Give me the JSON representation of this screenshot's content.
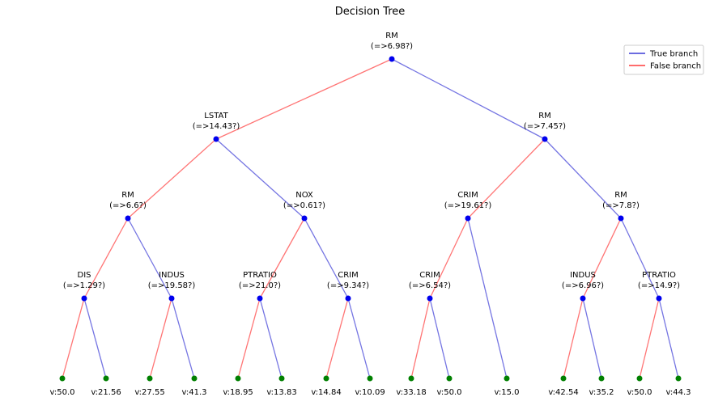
{
  "title": "Decision Tree",
  "colors": {
    "true_branch": "#3b3bd6",
    "false_branch": "#ff3b3b",
    "decision_node": "#0000ee",
    "leaf_node": "#008000"
  },
  "legend": [
    {
      "label": "True branch",
      "kind": "true"
    },
    {
      "label": "False branch",
      "kind": "false"
    }
  ],
  "tree": {
    "feature": "RM",
    "condition": "(=>6.98?)",
    "false": {
      "feature": "LSTAT",
      "condition": "(=>14.43?)",
      "false": {
        "feature": "RM",
        "condition": "(=>6.6?)",
        "false": {
          "feature": "DIS",
          "condition": "(=>1.29?)",
          "false": {
            "leaf": "v:50.0"
          },
          "true": {
            "leaf": "v:21.56"
          }
        },
        "true": {
          "feature": "INDUS",
          "condition": "(=>19.58?)",
          "false": {
            "leaf": "v:27.55"
          },
          "true": {
            "leaf": "v:41.3"
          }
        }
      },
      "true": {
        "feature": "NOX",
        "condition": "(=>0.61?)",
        "false": {
          "feature": "PTRATIO",
          "condition": "(=>21.0?)",
          "false": {
            "leaf": "v:18.95"
          },
          "true": {
            "leaf": "v:13.83"
          }
        },
        "true": {
          "feature": "CRIM",
          "condition": "(=>9.34?)",
          "false": {
            "leaf": "v:14.84"
          },
          "true": {
            "leaf": "v:10.09"
          }
        }
      }
    },
    "true": {
      "feature": "RM",
      "condition": "(=>7.45?)",
      "false": {
        "feature": "CRIM",
        "condition": "(=>19.61?)",
        "false": {
          "feature": "CRIM",
          "condition": "(=>6.54?)",
          "false": {
            "leaf": "v:33.18"
          },
          "true": {
            "leaf": "v:50.0"
          }
        },
        "true": {
          "leaf": "v:15.0"
        }
      },
      "true": {
        "feature": "RM",
        "condition": "(=>7.8?)",
        "false": {
          "feature": "INDUS",
          "condition": "(=>6.96?)",
          "false": {
            "leaf": "v:42.54"
          },
          "true": {
            "leaf": "v:35.2"
          }
        },
        "true": {
          "feature": "PTRATIO",
          "condition": "(=>14.9?)",
          "false": {
            "leaf": "v:50.0"
          },
          "true": {
            "leaf": "v:44.3"
          }
        }
      }
    }
  }
}
